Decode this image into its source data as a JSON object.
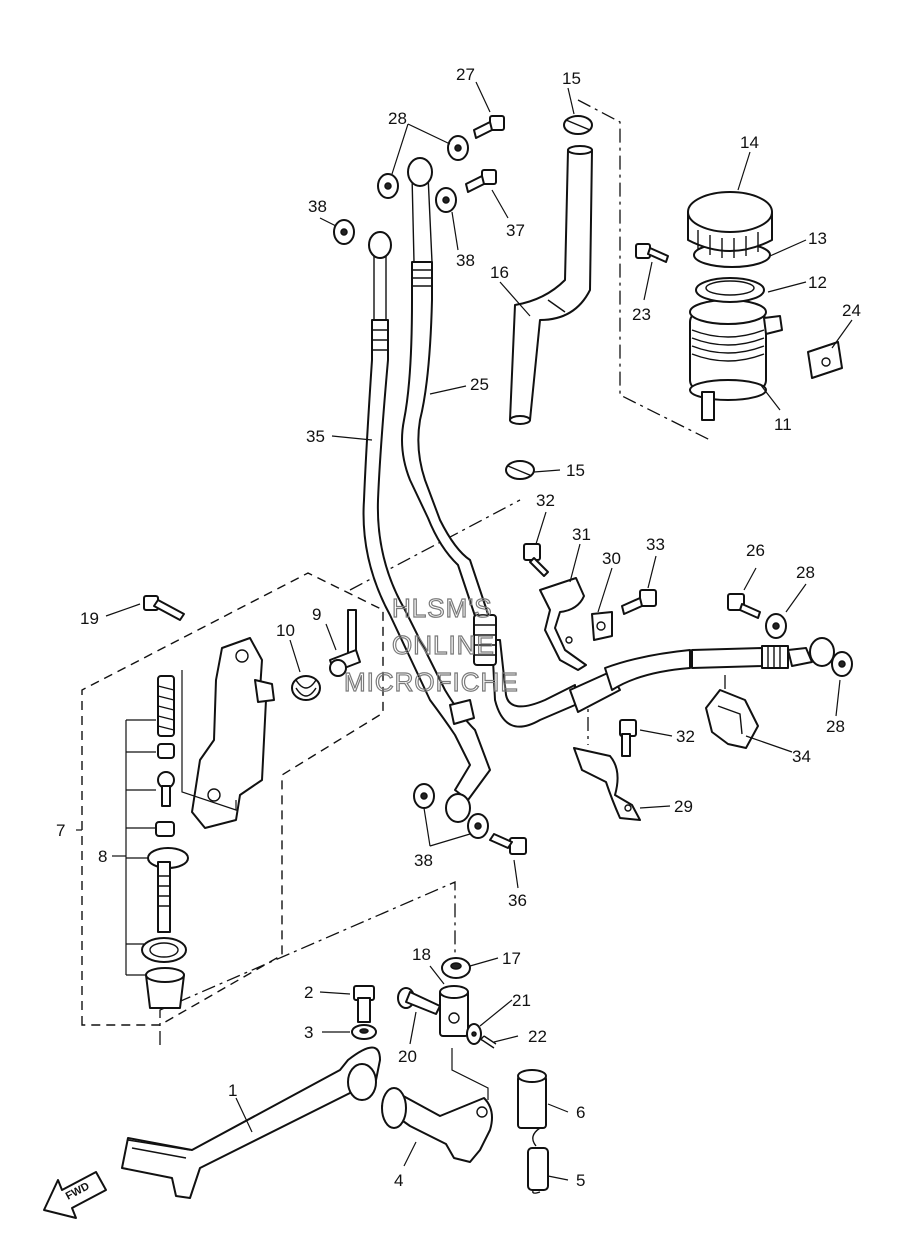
{
  "watermark": {
    "line1": "HLSM'S",
    "line2": "ONLINE",
    "line3": "MICROFICHE"
  },
  "direction_marker": "FWD",
  "callouts": [
    "1",
    "2",
    "3",
    "4",
    "5",
    "6",
    "7",
    "8",
    "9",
    "10",
    "11",
    "12",
    "13",
    "14",
    "15",
    "15",
    "16",
    "17",
    "18",
    "19",
    "20",
    "21",
    "22",
    "23",
    "24",
    "25",
    "26",
    "27",
    "28",
    "28",
    "28",
    "29",
    "30",
    "31",
    "32",
    "32",
    "33",
    "34",
    "35",
    "36",
    "37",
    "38",
    "38",
    "38"
  ]
}
